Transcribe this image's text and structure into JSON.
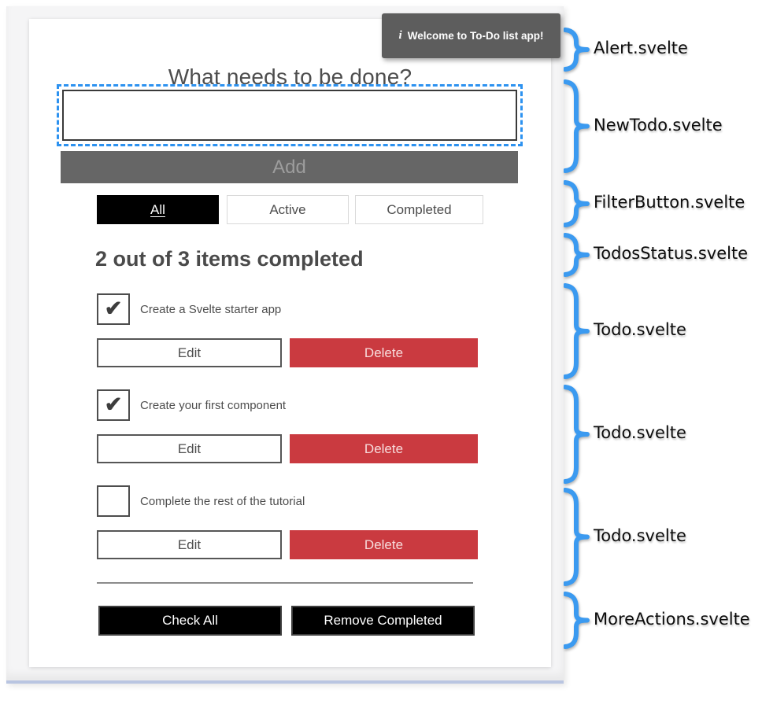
{
  "colors": {
    "accent_blue": "#3b9af0",
    "focus_blue": "#2d92f0",
    "danger_red": "#ca3a40",
    "alert_gray": "#5d5d5d",
    "add_gray": "#666666",
    "bottom_edge": "#b9c5e1"
  },
  "app": {
    "title": "What needs to be done?",
    "alert": {
      "icon_glyph": "i",
      "text": "Welcome to To-Do list app!"
    },
    "new_todo": {
      "input_value": "",
      "add_label": "Add"
    },
    "filters": [
      {
        "label": "All",
        "selected": true
      },
      {
        "label": "Active",
        "selected": false
      },
      {
        "label": "Completed",
        "selected": false
      }
    ],
    "status_heading": "2 out of 3 items completed",
    "todos": [
      {
        "label": "Create a Svelte starter app",
        "checked": true,
        "check_glyph": "✔",
        "edit_label": "Edit",
        "delete_label": "Delete"
      },
      {
        "label": "Create your first component",
        "checked": true,
        "check_glyph": "✔",
        "edit_label": "Edit",
        "delete_label": "Delete"
      },
      {
        "label": "Complete the rest of the tutorial",
        "checked": false,
        "check_glyph": "",
        "edit_label": "Edit",
        "delete_label": "Delete"
      }
    ],
    "more_actions": {
      "check_all": "Check All",
      "remove_completed": "Remove Completed"
    }
  },
  "annotations": [
    {
      "label": "Alert.svelte"
    },
    {
      "label": "NewTodo.svelte"
    },
    {
      "label": "FilterButton.svelte"
    },
    {
      "label": "TodosStatus.svelte"
    },
    {
      "label": "Todo.svelte"
    },
    {
      "label": "Todo.svelte"
    },
    {
      "label": "Todo.svelte"
    },
    {
      "label": "MoreActions.svelte"
    }
  ]
}
